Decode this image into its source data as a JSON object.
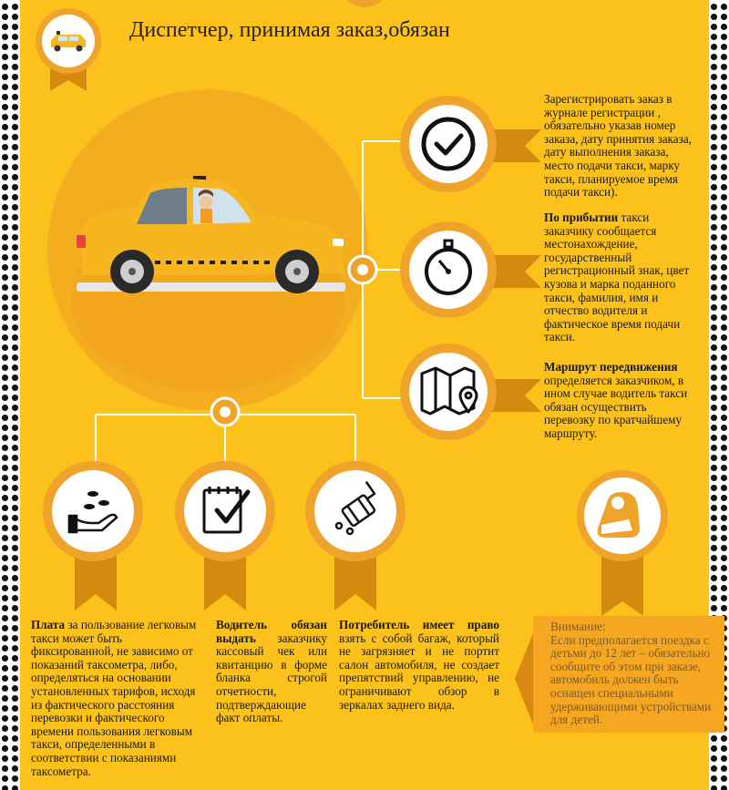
{
  "header": {
    "title": "Диспетчер, принимая заказ,обязан",
    "logo_icon": "taxi-car-icon"
  },
  "colors": {
    "background": "#fcc21b",
    "badge_ring": "#f0a32a",
    "ribbon": "#d4890f",
    "note_bg": "#f6a722",
    "text": "#1a1a1a"
  },
  "right_items": [
    {
      "icon": "checkmark-circle-icon",
      "bold": "",
      "text": "Зарегистрировать заказ в журнале регистрации , обязательно указав номер заказа, дату принятия заказа, дату выполнения заказа, место подачи такси, марку такси, планируемое время подачи такси)."
    },
    {
      "icon": "stopwatch-icon",
      "bold": "По прибытии",
      "text": " такси заказчику сообщается местонахождение, государственный регистрационный знак, цвет кузова и марка поданного такси, фамилия, имя и отчество водителя и фактическое время подачи такси."
    },
    {
      "icon": "map-pin-icon",
      "bold": "Маршрут передвижения",
      "text": " определяется заказчиком, в ином случае водитель такси обязан осуществить перевозку по кратчайшему маршруту."
    }
  ],
  "bottom_items": [
    {
      "icon": "hand-coins-icon",
      "bold": "Плата",
      "text": " за пользование легковым такси может быть фиксированной, не зависимо от показаний таксометра, либо, определяться на основании установленных тарифов, исходя из фактического расстояния перевозки и фактического времени пользования легковым такси, определенными в соответствии с показаниями таксометра."
    },
    {
      "icon": "clipboard-check-icon",
      "bold": "Водитель обязан выдать",
      "text": " заказчику кассовый чек или квитанцию в форме бланка строгой отчетности, подтверждающие факт оплаты."
    },
    {
      "icon": "luggage-icon",
      "bold": "Потребитель имеет право",
      "text": " взять с собой багаж, который не загрязняет и не портит салон автомобиля, не создает препятствий управлению, не ограничивают обзор в зеркалах заднего вида."
    }
  ],
  "note": {
    "icon": "child-seat-icon",
    "title": "Внимание:",
    "text": "Если предполагается поездка с детьми до 12 лет – обязательно сообщите об этом при заказе, автомобиль должен быть оснащен специальными удерживающими устройствами для детей."
  }
}
